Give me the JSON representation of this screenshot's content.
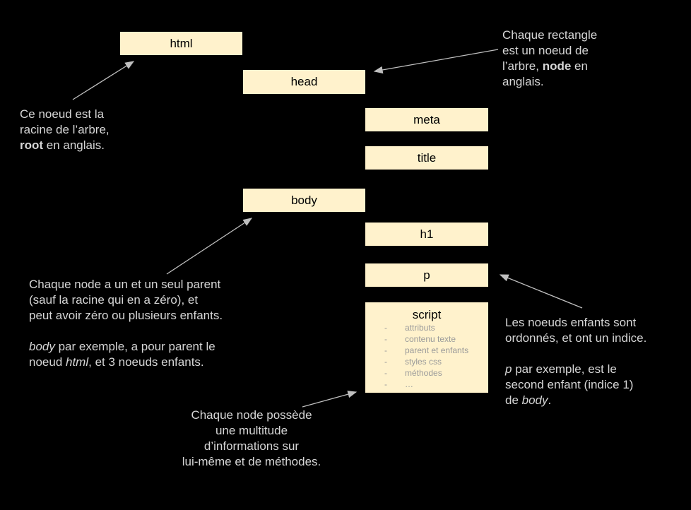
{
  "nodes": {
    "html": "html",
    "head": "head",
    "meta": "meta",
    "title": "title",
    "body": "body",
    "h1": "h1",
    "p": "p",
    "script": "script"
  },
  "script_details": [
    "attributs",
    "contenu texte",
    "parent et enfants",
    "styles css",
    "méthodes",
    "…"
  ],
  "script_bullet": "-",
  "notes": {
    "root": {
      "line1": "Ce noeud est la",
      "line2": "racine de l’arbre,",
      "bold": "root",
      "rest": " en anglais."
    },
    "node": {
      "line1": "Chaque rectangle",
      "line2": "est un noeud de",
      "pre": "l’arbre, ",
      "bold": "node",
      "post": " en",
      "line4": "anglais."
    },
    "parent": {
      "line1": "Chaque node a un et un seul parent",
      "line2": "(sauf la racine qui en a zéro), et",
      "line3": "peut avoir zéro ou plusieurs enfants.",
      "ex1_italic": "body",
      "ex1_rest": " par exemple, a pour parent le",
      "ex2_pre": "noeud ",
      "ex2_italic": "html",
      "ex2_post": ", et 3 noeuds enfants."
    },
    "children": {
      "line1": "Les noeuds enfants sont",
      "line2": "ordonnés, et ont un indice.",
      "ex1_italic": "p",
      "ex1_rest": " par exemple, est le",
      "line4": "second enfant (indice 1)",
      "ex3_pre": "de ",
      "ex3_italic": "body",
      "ex3_post": "."
    },
    "info": {
      "line1": "Chaque node possède",
      "line2": "une multitude",
      "line3": "d’informations sur",
      "line4": "lui-même et de méthodes."
    }
  },
  "colors": {
    "background": "#000000",
    "node_fill": "#fff2cc",
    "note_text": "#d6d6d6",
    "detail_text": "#9a9a9a",
    "arrow": "#bfbfbf"
  }
}
